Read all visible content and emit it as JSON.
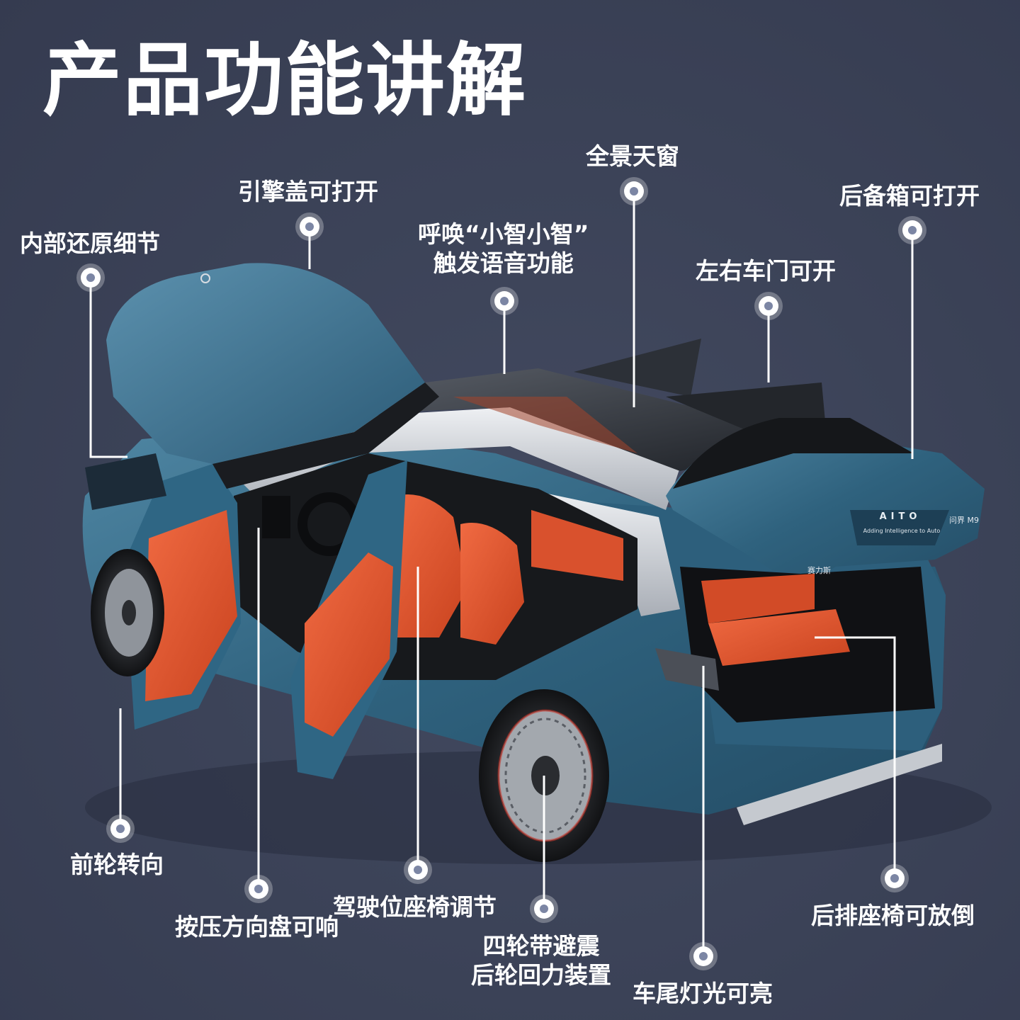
{
  "title": "产品功能讲解",
  "features": {
    "interior": "内部还原细节",
    "hood": "引擎盖可打开",
    "voice_line1": "呼唤“小智小智”",
    "voice_line2": "触发语音功能",
    "sunroof": "全景天窗",
    "doors": "左右车门可开",
    "trunk": "后备箱可打开",
    "steering": "前轮转向",
    "horn": "按压方向盘可响",
    "seat_adjust": "驾驶位座椅调节",
    "suspension_line1": "四轮带避震",
    "suspension_line2": "后轮回力装置",
    "taillight": "车尾灯光可亮",
    "rear_seat": "后排座椅可放倒"
  },
  "car": {
    "badge": "AITO",
    "tagline": "Adding Intelligence to Auto",
    "model_mark": "问界 M9",
    "brand_mark": "赛力斯"
  },
  "colors": {
    "background": "#3c4359",
    "body_paint": "#3a6f8c",
    "interior": "#e0522e",
    "roof": "#1f2226",
    "silver_trim": "#c8ccd2"
  }
}
